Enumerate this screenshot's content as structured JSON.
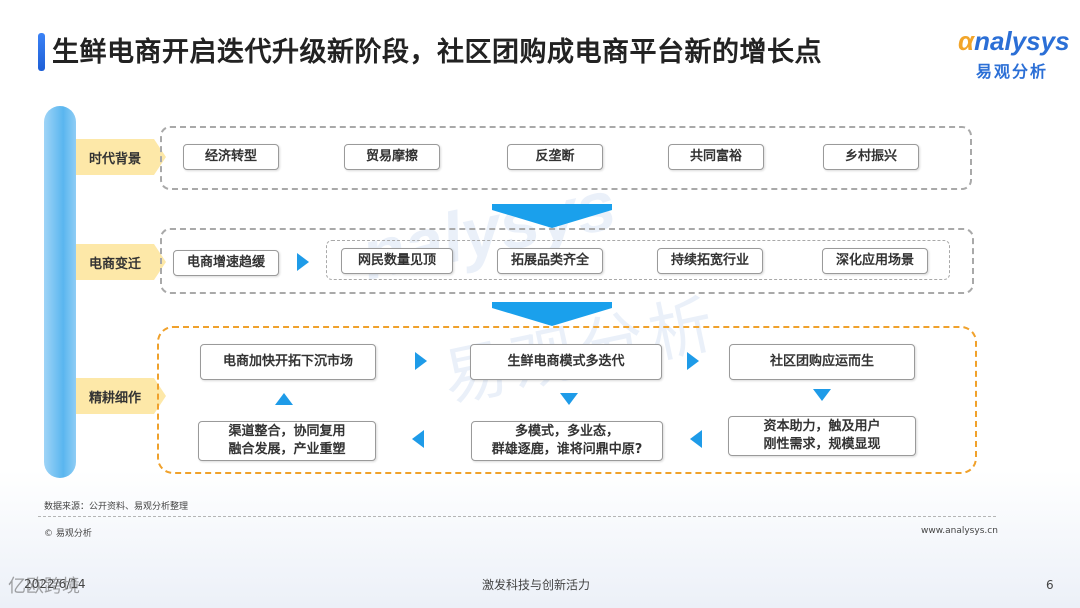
{
  "header": {
    "title": "生鲜电商开启迭代升级新阶段，社区团购成电商平台新的增长点",
    "logo_en_prefix": "",
    "logo_en_rest": "nalysys",
    "logo_cn": "易观分析"
  },
  "rows": {
    "era": {
      "label": "时代背景",
      "items": [
        "经济转型",
        "贸易摩擦",
        "反垄断",
        "共同富裕",
        "乡村振兴"
      ]
    },
    "change": {
      "label": "电商变迁",
      "start": "电商增速趋缓",
      "items": [
        "网民数量见顶",
        "拓展品类齐全",
        "持续拓宽行业",
        "深化应用场景"
      ]
    },
    "refine": {
      "label": "精耕细作",
      "top": [
        "电商加快开拓下沉市场",
        "生鲜电商模式多迭代",
        "社区团购应运而生"
      ],
      "bottom_left": [
        "渠道整合，协同复用",
        "融合发展，产业重塑"
      ],
      "bottom_mid": [
        "多模式，多业态，",
        "群雄逐鹿，谁将问鼎中原?"
      ],
      "bottom_right": [
        "资本助力，触及用户",
        "刚性需求，规模显现"
      ]
    }
  },
  "watermark": {
    "en": "nalysys",
    "cn": "易观分析"
  },
  "footer": {
    "source": "数据来源：公开资料、易观分析整理",
    "copyright": "© 易观分析",
    "website": "www.analysys.cn",
    "date": "2022/6/14",
    "slogan": "激发科技与创新活力",
    "page": "6",
    "corner_mark": "亿欧跨境"
  },
  "colors": {
    "accent_blue": "#1e9be8",
    "label_yellow": "#fde8a8",
    "panel_orange": "#f0a12b",
    "logo_blue": "#2b6fd6"
  }
}
